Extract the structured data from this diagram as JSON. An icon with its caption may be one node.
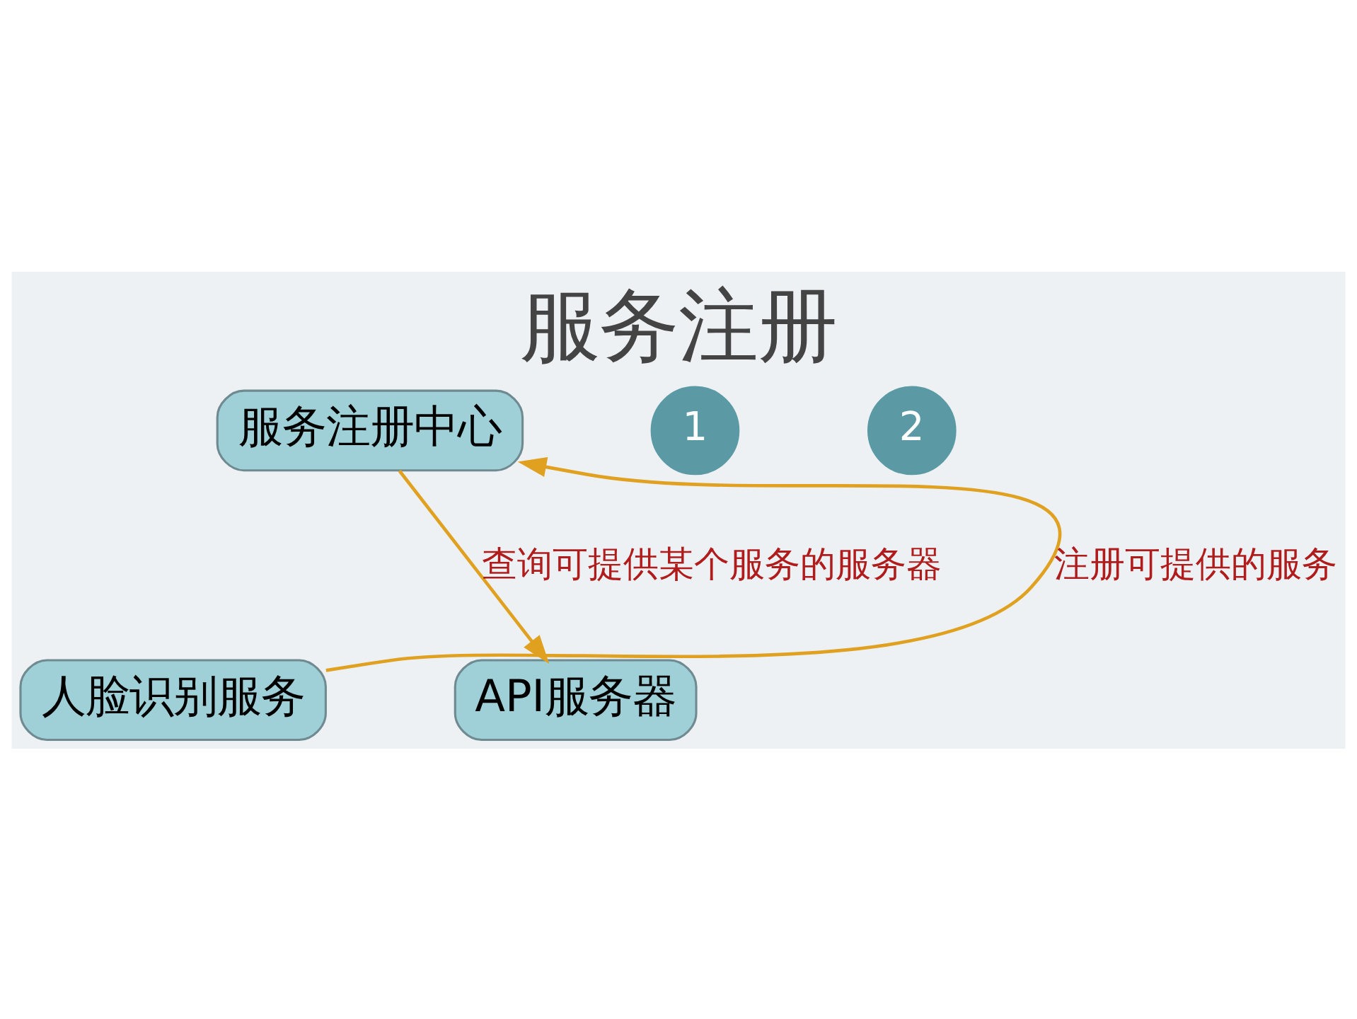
{
  "diagram": {
    "title": "服务注册",
    "nodes": [
      {
        "text": [
          "服务注册中心"
        ]
      },
      {
        "text": [
          "人脸识别服务"
        ]
      },
      {
        "text": [
          "API服务器"
        ]
      },
      {
        "text": [
          "1"
        ]
      },
      {
        "text": [
          "2"
        ]
      }
    ],
    "edges": [
      {
        "from": 1,
        "to": 0,
        "arrow": "to",
        "label": "注册可提供的服务"
      },
      {
        "from": 0,
        "to": 2,
        "arrow": "to",
        "label": "查询可提供某个服务的服务器"
      }
    ]
  }
}
